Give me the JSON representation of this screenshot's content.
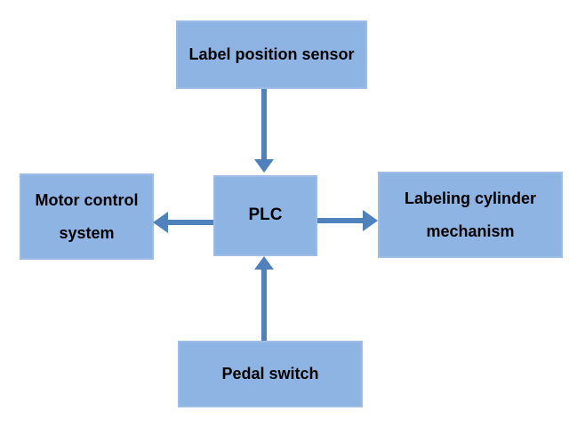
{
  "diagram": {
    "type": "block-diagram",
    "nodes": {
      "label_position_sensor": {
        "label": "Label position sensor",
        "position": "top"
      },
      "motor_control_system": {
        "label": "Motor control system",
        "position": "left"
      },
      "plc": {
        "label": "PLC",
        "position": "center"
      },
      "labeling_cylinder_mechanism": {
        "label": "Labeling cylinder mechanism",
        "position": "right"
      },
      "pedal_switch": {
        "label": "Pedal switch",
        "position": "bottom"
      }
    },
    "edges": [
      {
        "from": "label_position_sensor",
        "to": "plc",
        "direction": "down"
      },
      {
        "from": "plc",
        "to": "motor_control_system",
        "direction": "left"
      },
      {
        "from": "plc",
        "to": "labeling_cylinder_mechanism",
        "direction": "right"
      },
      {
        "from": "pedal_switch",
        "to": "plc",
        "direction": "up"
      }
    ],
    "colors": {
      "node_fill": "#8eb4e3",
      "node_border": "#9dbde4",
      "arrow": "#4f81bd",
      "text": "#000000",
      "background": "#ffffff"
    }
  }
}
